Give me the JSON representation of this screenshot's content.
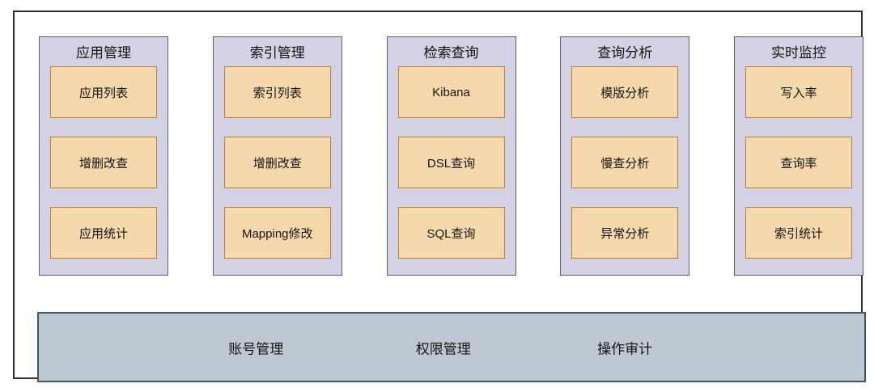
{
  "diagram": {
    "columns": [
      {
        "title": "应用管理",
        "items": [
          "应用列表",
          "增删改查",
          "应用统计"
        ]
      },
      {
        "title": "索引管理",
        "items": [
          "索引列表",
          "增删改查",
          "Mapping修改"
        ]
      },
      {
        "title": "检索查询",
        "items": [
          "Kibana",
          "DSL查询",
          "SQL查询"
        ]
      },
      {
        "title": "查询分析",
        "items": [
          "模版分析",
          "慢查分析",
          "异常分析"
        ]
      },
      {
        "title": "实时监控",
        "items": [
          "写入率",
          "查询率",
          "索引统计"
        ]
      }
    ],
    "footer": {
      "items": [
        "账号管理",
        "权限管理",
        "操作审计"
      ]
    },
    "colors": {
      "column_fill": "#d2d2e4",
      "column_border": "#5c5c80",
      "box_fill": "#f5d9ad",
      "box_border": "#bd7f35",
      "footer_fill": "#bdc8d2",
      "footer_border": "#44566a",
      "frame_border": "#2f2f2f",
      "text": "#141414"
    }
  }
}
